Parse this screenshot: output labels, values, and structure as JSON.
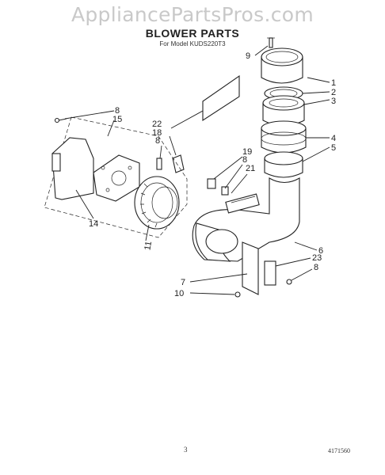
{
  "watermark": "AppliancePartsPros.com",
  "header": {
    "title": "BLOWER PARTS",
    "subtitle": "For Model KUDS220T3"
  },
  "callouts": [
    {
      "id": "c1",
      "label": "1"
    },
    {
      "id": "c2",
      "label": "2"
    },
    {
      "id": "c3",
      "label": "3"
    },
    {
      "id": "c4",
      "label": "4"
    },
    {
      "id": "c5",
      "label": "5"
    },
    {
      "id": "c6",
      "label": "6"
    },
    {
      "id": "c7",
      "label": "7"
    },
    {
      "id": "c8a",
      "label": "8"
    },
    {
      "id": "c8b",
      "label": "8"
    },
    {
      "id": "c8c",
      "label": "8"
    },
    {
      "id": "c8d",
      "label": "8"
    },
    {
      "id": "c9",
      "label": "9"
    },
    {
      "id": "c10",
      "label": "10"
    },
    {
      "id": "c11",
      "label": "11"
    },
    {
      "id": "c14",
      "label": "14"
    },
    {
      "id": "c15",
      "label": "15"
    },
    {
      "id": "c18",
      "label": "18"
    },
    {
      "id": "c19",
      "label": "19"
    },
    {
      "id": "c21",
      "label": "21"
    },
    {
      "id": "c22",
      "label": "22"
    },
    {
      "id": "c23",
      "label": "23"
    }
  ],
  "footer": {
    "page_number": "3",
    "document_number": "4171560"
  }
}
